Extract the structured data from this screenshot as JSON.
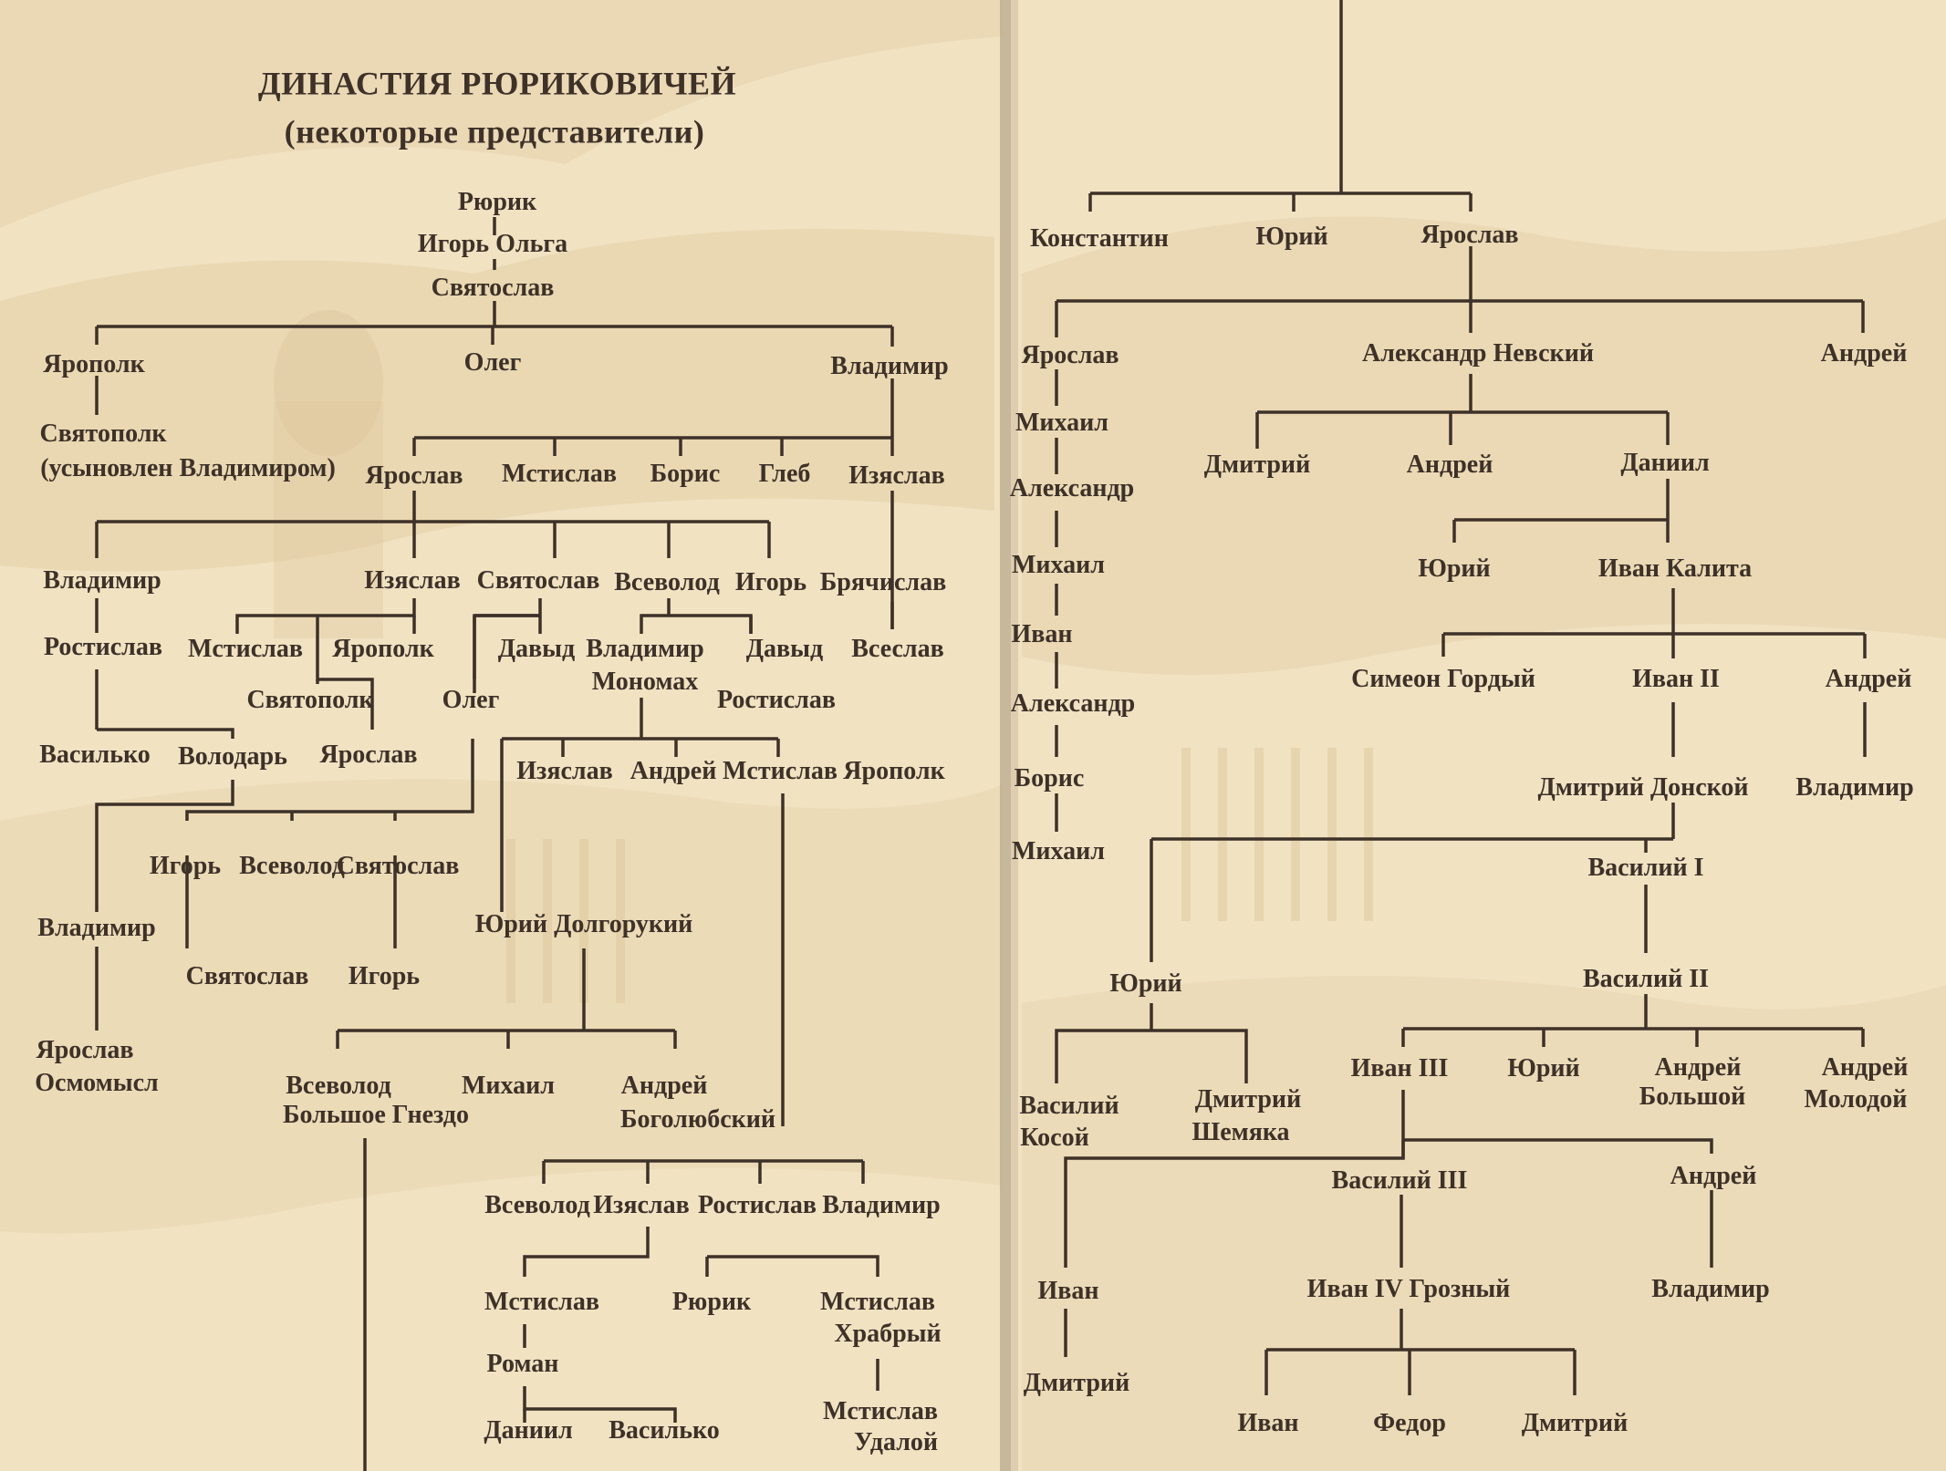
{
  "title": "ДИНАСТИЯ РЮРИКОВИЧЕЙ",
  "subtitle": "(некоторые представители)",
  "colors": {
    "paper": "#f1e2c2",
    "shade": "#e3cfa6",
    "ink": "#3d3128",
    "gutter": "#b8a98f"
  },
  "nodes": {
    "rurik": "Рюрик",
    "igor_olga": "Игорь Ольга",
    "svyatoslav": "Святослав",
    "yaropolk_1": "Ярополк",
    "oleg_1": "Олег",
    "vladimir_1": "Владимир",
    "svyatopolk_1": "Святополк",
    "svyatopolk_1_note": "(усыновлен Владимиром)",
    "yaroslav_mudry": "Ярослав",
    "mstislav_1": "Мстислав",
    "boris_1": "Борис",
    "gleb_1": "Глеб",
    "izyaslav_1": "Изяслав",
    "vladimir_2": "Владимир",
    "izyaslav_2": "Изяслав",
    "svyatoslav_2": "Святослав",
    "vsevolod_1": "Всеволод",
    "igor_1": "Игорь",
    "bryachislav": "Брячислав",
    "rostislav_1": "Ростислав",
    "mstislav_2": "Мстислав",
    "yaropolk_2": "Ярополк",
    "davyd_1": "Давыд",
    "monomakh_1": "Владимир",
    "monomakh_2": "Мономах",
    "davyd_2": "Давыд",
    "vseslav": "Всеслав",
    "svyatopolk_2": "Святополк",
    "oleg_2": "Олег",
    "rostislav_2": "Ростислав",
    "vasilko_1": "Василько",
    "volodar": "Володарь",
    "yaroslav_2": "Ярослав",
    "izyaslav_3": "Изяслав",
    "andrey_1": "Андрей",
    "mstislav_3": "Мстислав",
    "yaropolk_3": "Ярополк",
    "igor_2": "Игорь",
    "vsevolod_2": "Всеволод",
    "svyatoslav_3": "Святослав",
    "vladimir_3": "Владимир",
    "yuri_dolgoruky": "Юрий Долгорукий",
    "svyatoslav_4": "Святослав",
    "igor_3": "Игорь",
    "osmomysl_1": "Ярослав",
    "osmomysl_2": "Осмомысл",
    "vsevolod_bg_1": "Всеволод",
    "vsevolod_bg_2": "Большое Гнездо",
    "mikhail_1": "Михаил",
    "bogolyubsky_1": "Андрей",
    "bogolyubsky_2": "Боголюбский",
    "vsevolod_3": "Всеволод",
    "izyaslav_4": "Изяслав",
    "rostislav_3": "Ростислав",
    "vladimir_4": "Владимир",
    "mstislav_4": "Мстислав",
    "rurik_2": "Рюрик",
    "khrabry_1": "Мстислав",
    "khrabry_2": "Храбрый",
    "roman": "Роман",
    "udaloy_1": "Мстислав",
    "udaloy_2": "Удалой",
    "daniil_1": "Даниил",
    "vasilko_2": "Василько",
    "konstantin": "Константин",
    "yuri_2": "Юрий",
    "yaroslav_3": "Ярослав",
    "yaroslav_4": "Ярослав",
    "nevsky": "Александр Невский",
    "andrey_2": "Андрей",
    "mikhail_2": "Михаил",
    "dmitry_1": "Дмитрий",
    "andrey_3": "Андрей",
    "daniil_2": "Даниил",
    "aleksandr_1": "Александр",
    "mikhail_3": "Михаил",
    "yuri_3": "Юрий",
    "kalita": "Иван Калита",
    "ivan_1": "Иван",
    "simeon": "Симеон Гордый",
    "ivan_2": "Иван II",
    "andrey_4": "Андрей",
    "aleksandr_2": "Александр",
    "boris_2": "Борис",
    "donskoy": "Дмитрий Донской",
    "vladimir_5": "Владимир",
    "mikhail_4": "Михаил",
    "vasily_1": "Василий I",
    "yuri_4": "Юрий",
    "vasily_2": "Василий II",
    "ivan_3": "Иван III",
    "yuri_5": "Юрий",
    "andrey_b_1": "Андрей",
    "andrey_b_2": "Большой",
    "andrey_m_1": "Андрей",
    "andrey_m_2": "Молодой",
    "kosoy_1": "Василий",
    "kosoy_2": "Косой",
    "shemyaka_1": "Дмитрий",
    "shemyaka_2": "Шемяка",
    "vasily_3": "Василий III",
    "andrey_5": "Андрей",
    "ivan_4": "Иван",
    "grozny": "Иван IV  Грозный",
    "vladimir_6": "Владимир",
    "dmitry_2": "Дмитрий",
    "ivan_5": "Иван",
    "fedor": "Федор",
    "dmitry_3": "Дмитрий"
  }
}
